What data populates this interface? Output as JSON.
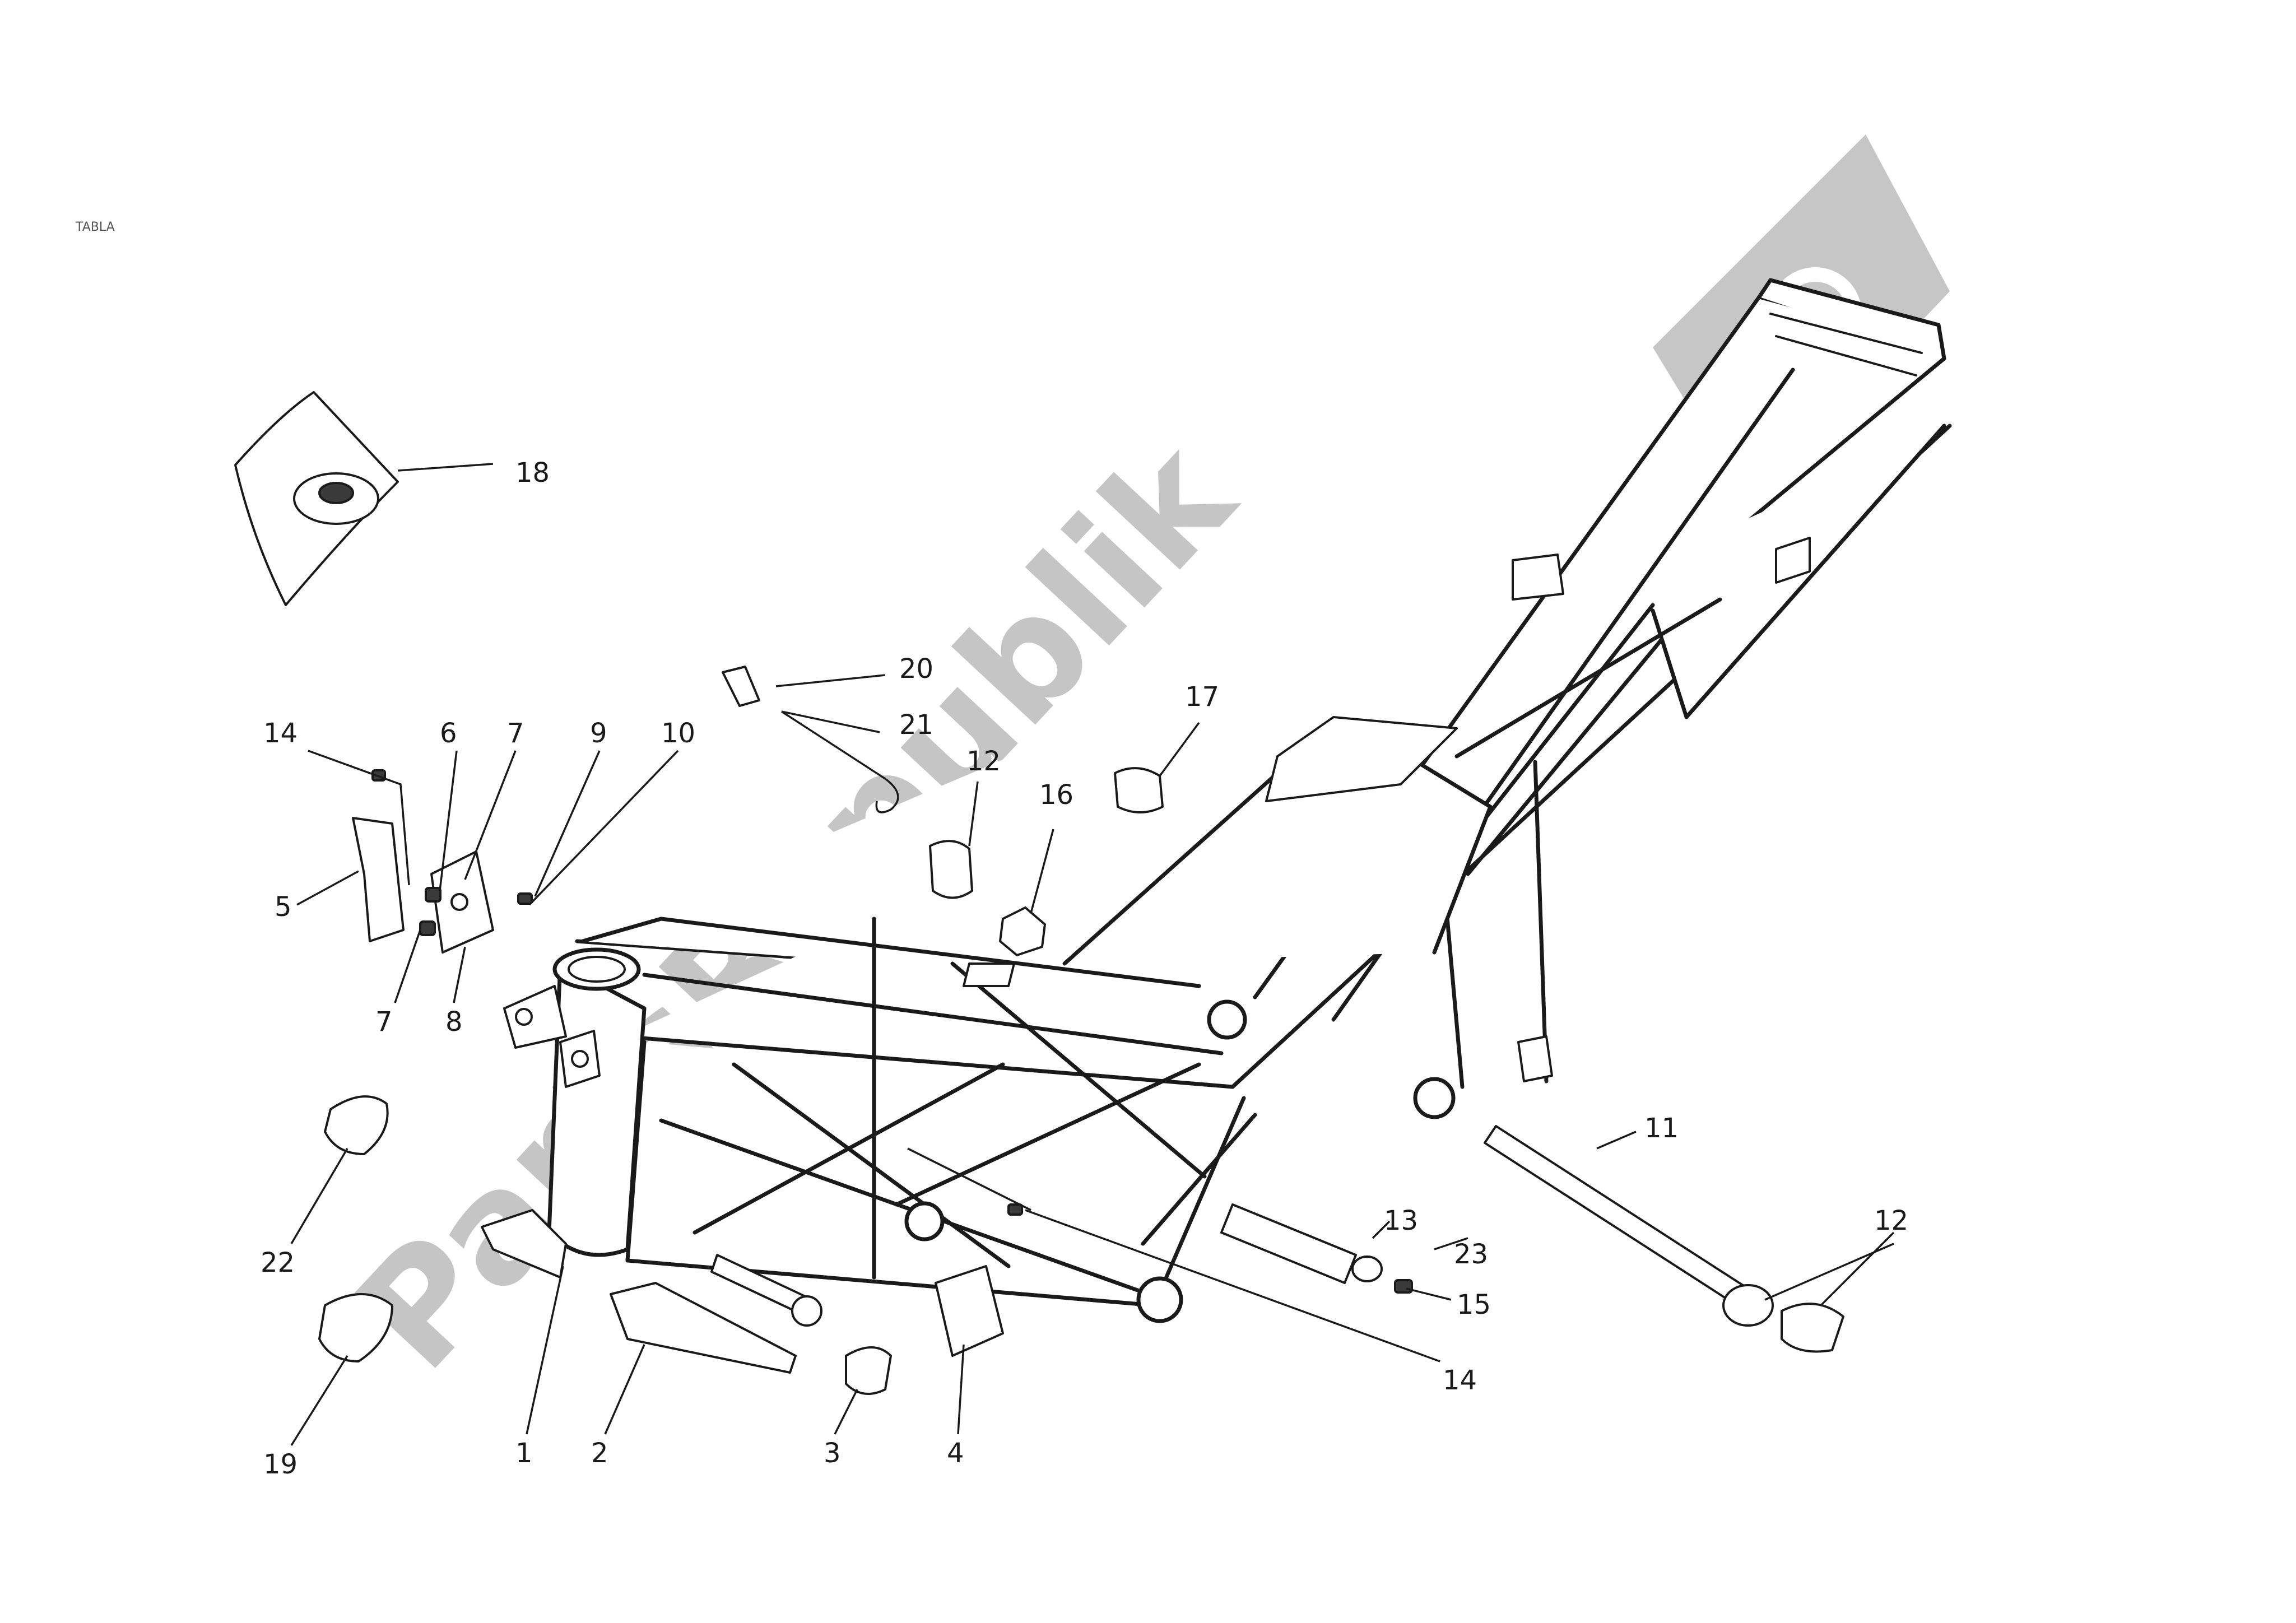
{
  "corner_label": "TABLA",
  "watermark": "PartsRepublik",
  "callouts": {
    "c1": "1",
    "c2": "2",
    "c3": "3",
    "c4": "4",
    "c5": "5",
    "c6": "6",
    "c7a": "7",
    "c7b": "7",
    "c8": "8",
    "c9": "9",
    "c10": "10",
    "c11": "11",
    "c12a": "12",
    "c12b": "12",
    "c13": "13",
    "c14a": "14",
    "c14b": "14",
    "c15": "15",
    "c16": "16",
    "c17": "17",
    "c18": "18",
    "c19": "19",
    "c20": "20",
    "c21": "21",
    "c22": "22",
    "c23": "23"
  }
}
